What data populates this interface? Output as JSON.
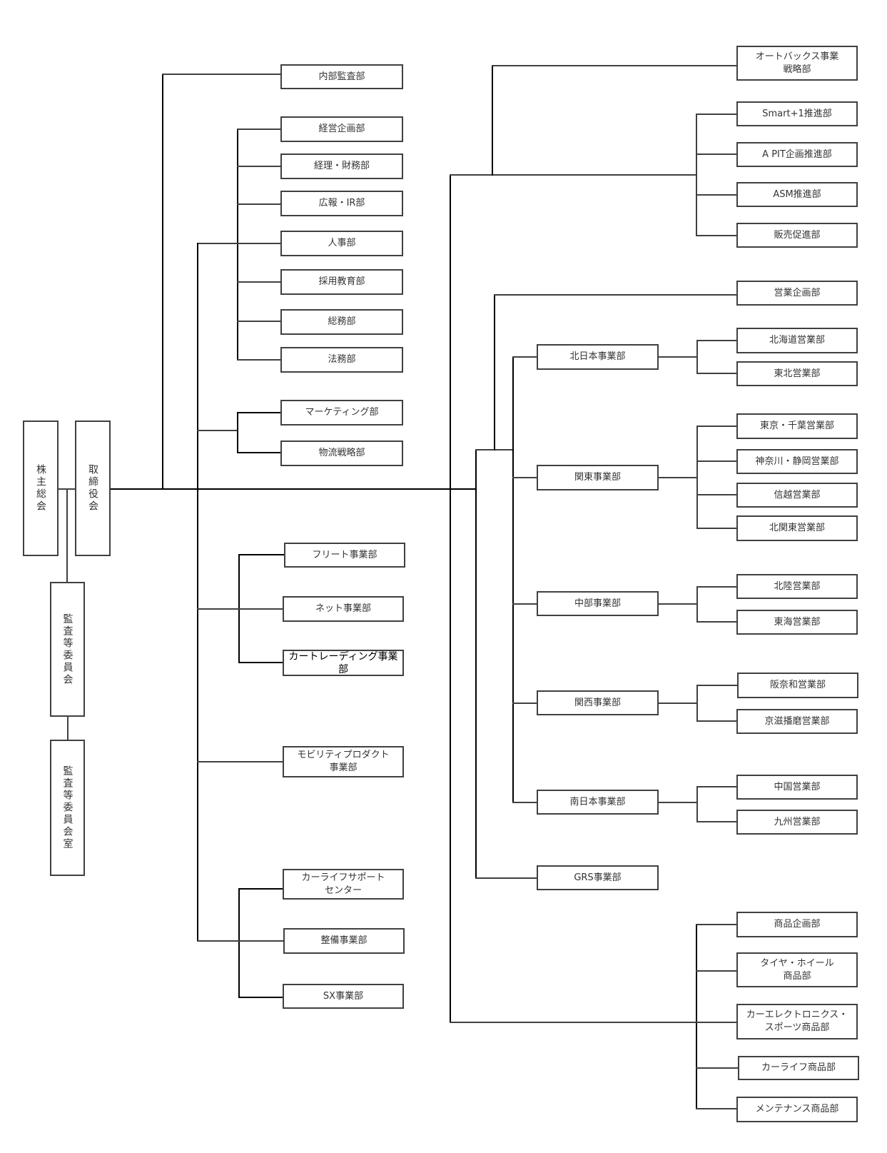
{
  "governance": {
    "shareholders_meeting": "株主総会",
    "board_of_directors": "取締役会",
    "audit_committee": "監査等委員会",
    "audit_committee_office": "監査等委員会室"
  },
  "corporate": {
    "internal_audit": "内部監査部",
    "admin": [
      "経営企画部",
      "経理・財務部",
      "広報・IR部",
      "採用教育部",
      "総務部",
      "法務部"
    ],
    "hr": "人事部",
    "marketing_logistics": [
      "マーケティング部",
      "物流戦略部"
    ],
    "fleet_group": [
      "フリート事業部",
      "カートレーディング事業部"
    ],
    "net": "ネット事業部",
    "mobility": "モビリティプロダクト\n事業部",
    "carlife_support_group": [
      "カーライフサポート\nセンター",
      "SX事業部"
    ],
    "maintenance": "整備事業部"
  },
  "autobacs": {
    "strategy": "オートバックス事業\n戦略部",
    "promotion": [
      "Smart+1推進部",
      "A PIT企画推進部",
      "ASM推進部",
      "販売促進部"
    ]
  },
  "sales": {
    "planning": "営業企画部",
    "regions": [
      {
        "name": "北日本事業部",
        "branches": [
          "北海道営業部",
          "東北営業部"
        ]
      },
      {
        "name": "関東事業部",
        "branches": [
          "東京・千葉営業部",
          "神奈川・静岡営業部",
          "信越営業部",
          "北関東営業部"
        ]
      },
      {
        "name": "中部事業部",
        "branches": [
          "北陸営業部",
          "東海営業部"
        ]
      },
      {
        "name": "関西事業部",
        "branches": [
          "阪奈和営業部",
          "京滋播磨営業部"
        ]
      },
      {
        "name": "南日本事業部",
        "branches": [
          "中国営業部",
          "九州営業部"
        ]
      }
    ],
    "grs": "GRS事業部"
  },
  "merchandise": [
    "商品企画部",
    "タイヤ・ホイール\n商品部",
    "カーエレクトロニクス・\nスポーツ商品部",
    "カーライフ商品部",
    "メンテナンス商品部"
  ]
}
